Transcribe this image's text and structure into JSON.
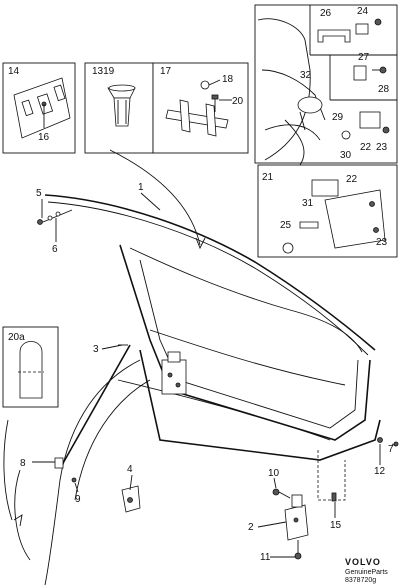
{
  "callouts": {
    "c1": "1",
    "c2": "2",
    "c3": "3",
    "c4": "4",
    "c5": "5",
    "c6": "6",
    "c7": "7",
    "c8": "8",
    "c9": "9",
    "c10": "10",
    "c11": "11",
    "c12": "12",
    "c14": "14",
    "c15": "15",
    "c16": "16",
    "c17": "17",
    "c18": "18",
    "c19": "1319",
    "c20": "20",
    "c20a": "20a",
    "c21": "21",
    "c22a": "22",
    "c22b": "22",
    "c23a": "23",
    "c23b": "23",
    "c24": "24",
    "c25": "25",
    "c26": "26",
    "c27": "27",
    "c28": "28",
    "c29": "29",
    "c30": "30",
    "c31": "31",
    "c32": "32"
  },
  "footer": {
    "brand": "VOLVO",
    "genuine": "GenuineParts",
    "ref": "8378720g"
  }
}
